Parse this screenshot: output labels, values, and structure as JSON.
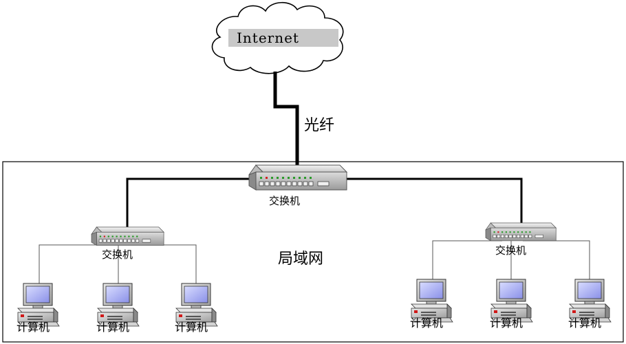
{
  "cloud": {
    "label": "Internet"
  },
  "link": {
    "label": "光纤"
  },
  "lan": {
    "label": "局域网"
  },
  "switches": {
    "core": {
      "label": "交换机"
    },
    "left": {
      "label": "交换机"
    },
    "right": {
      "label": "交换机"
    }
  },
  "computers": {
    "left": [
      "计算机",
      "计算机",
      "计算机"
    ],
    "right": [
      "计算机",
      "计算机",
      "计算机"
    ]
  }
}
